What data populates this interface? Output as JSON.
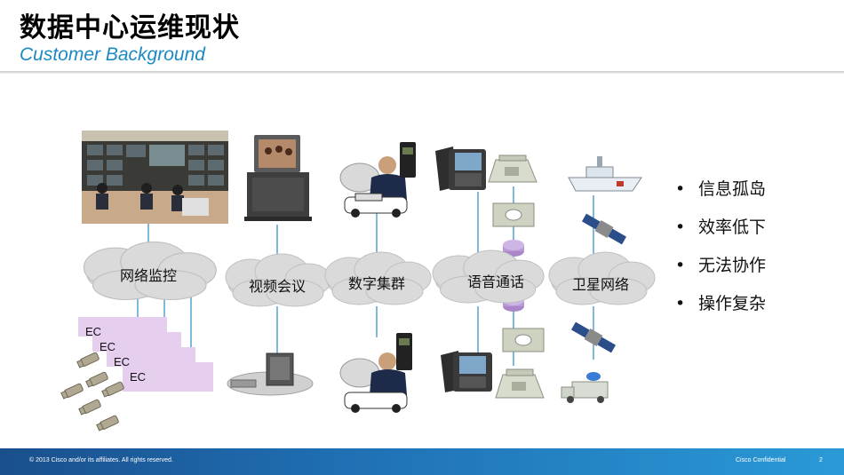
{
  "header": {
    "title": "数据中心运维现状",
    "subtitle": "Customer Background"
  },
  "clouds": [
    {
      "label": "网络监控"
    },
    {
      "label": "视频会议"
    },
    {
      "label": "数字集群"
    },
    {
      "label": "语音通话"
    },
    {
      "label": "卫星网络"
    }
  ],
  "ec_labels": [
    "EC",
    "EC",
    "EC",
    "EC"
  ],
  "bullets": [
    {
      "text": "信息孤岛"
    },
    {
      "text": "效率低下"
    },
    {
      "text": "无法协作"
    },
    {
      "text": "操作复杂"
    }
  ],
  "footer": {
    "copyright": "© 2013 Cisco and/or its affiliates. All rights reserved.",
    "confidential": "Cisco Confidential",
    "page_number": "2"
  },
  "colors": {
    "accent": "#1b8ac4",
    "footer_bar": "#1f6fb3",
    "cloud": "#d9d9d9",
    "ec_box": "#e6cfee"
  }
}
